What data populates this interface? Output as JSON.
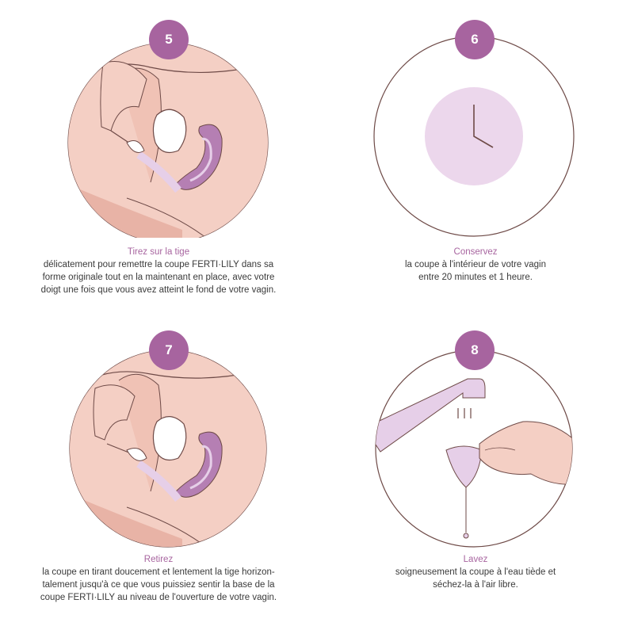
{
  "steps": [
    {
      "number": "5",
      "title": "Tirez sur la tige",
      "lines": [
        "délicatement pour remettre la coupe FERTI·LILY dans sa",
        "forme originale tout en la maintenant en place, avec votre",
        "doigt une fois que vous avez atteint le fond de votre vagin."
      ]
    },
    {
      "number": "6",
      "title": "Conservez",
      "lines": [
        "la coupe à l'intérieur de votre vagin",
        "entre 20 minutes et 1 heure."
      ]
    },
    {
      "number": "7",
      "title": "Retirez",
      "lines": [
        "la coupe en tirant doucement et lentement la tige horizon-",
        "talement jusqu'à ce que vous puissiez sentir la base de la",
        "coupe FERTI·LILY au niveau de l'ouverture de votre vagin."
      ]
    },
    {
      "number": "8",
      "title": "Lavez",
      "lines": [
        "soigneusement la coupe à l'eau tiède et",
        "séchez-la à l'air libre."
      ]
    }
  ],
  "colors": {
    "accent": "#a7649f",
    "skin": "#f4cfc4",
    "skin_dark": "#e8b3a6",
    "clock_fill": "#ecd7ec",
    "lavender": "#e6cfe8",
    "outline": "#6e4a47"
  },
  "icons": {
    "step5": "insertion-anatomy-illustration",
    "step6": "clock-icon",
    "step7": "removal-anatomy-illustration",
    "step8": "faucet-rinse-illustration"
  }
}
